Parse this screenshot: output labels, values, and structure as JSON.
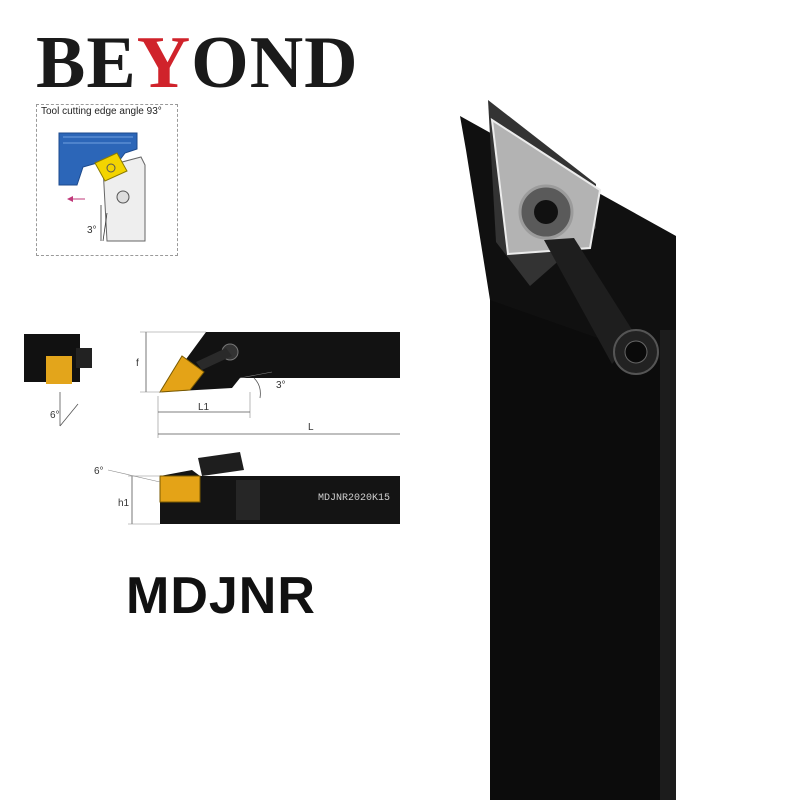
{
  "brand": {
    "part1": "BE",
    "highlight": "Y",
    "part2": "OND",
    "accent_color": "#d0232b"
  },
  "angle_diagram": {
    "caption": "Tool cutting edge angle 93°",
    "angle_label": "3°"
  },
  "top_view": {
    "f_label": "f",
    "angle_label": "3°",
    "l1_label": "L1",
    "l_label": "L",
    "side_angle_label": "6°"
  },
  "side_view": {
    "angle_label": "6°",
    "h1_label": "h1",
    "engraving": "MDJNR2020K15"
  },
  "model_name": "MDJNR",
  "icons": [
    "insert-icon",
    "clamp-icon",
    "holder-icon"
  ]
}
